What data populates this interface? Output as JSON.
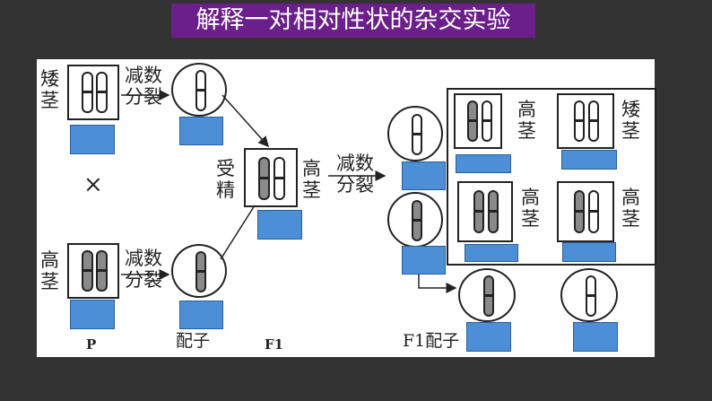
{
  "title": "解释一对相对性状的杂交实验",
  "labels": {
    "dwarf_stem": "矮茎",
    "tall_stem": "高茎",
    "meiosis": "减数分裂",
    "fertilization": "受精",
    "cross": "×",
    "P": "P",
    "gamete": "配子",
    "F1": "F1",
    "F1_gamete": "F1配子"
  },
  "punnett": [
    {
      "label": "高茎",
      "pair": [
        "dark",
        "light"
      ]
    },
    {
      "label": "矮茎",
      "pair": [
        "light",
        "light"
      ]
    },
    {
      "label": "高茎",
      "pair": [
        "dark",
        "dark"
      ]
    },
    {
      "label": "高茎",
      "pair": [
        "dark",
        "light"
      ]
    }
  ],
  "colors": {
    "background": "#333333",
    "title_bg": "#6a1f8a",
    "blank_box": "#4d8fd6",
    "dominant_chromosome": "#8a8a8a"
  }
}
